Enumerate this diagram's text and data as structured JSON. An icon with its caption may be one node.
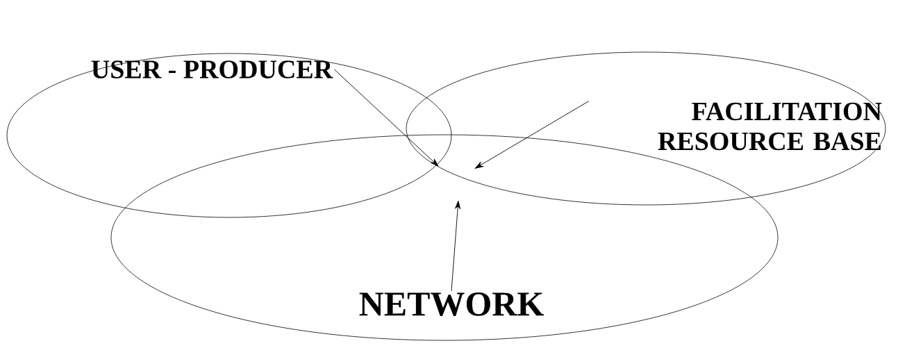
{
  "diagram": {
    "nodes": [
      {
        "text": [
          "USER - PRODUCER"
        ]
      },
      {
        "text": [
          "FACILITATION RESOURCE BASE"
        ]
      },
      {
        "text": [
          "NETWORK"
        ]
      }
    ],
    "edges": [
      {
        "from": 0,
        "to": null,
        "arrow": "to"
      },
      {
        "from": 1,
        "to": null,
        "arrow": "to"
      },
      {
        "from": 2,
        "to": null,
        "arrow": "to"
      }
    ]
  }
}
